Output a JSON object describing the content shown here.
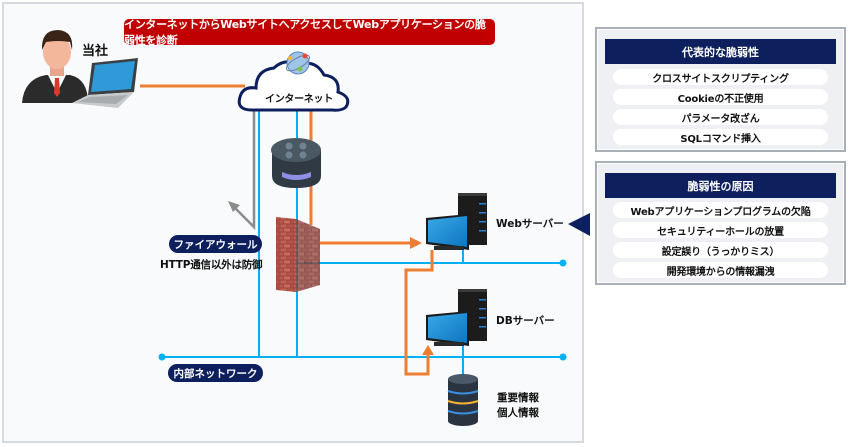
{
  "banner": {
    "text": "インターネットからWebサイトへアクセスしてWebアプリケーションの脆弱性を診断"
  },
  "nodes": {
    "company": "当社",
    "internet": "インターネット",
    "firewall_label": "ファイアウォール",
    "firewall_note": "HTTP通信以外は防御",
    "web_server": "Webサーバー",
    "db_server": "DBサーバー",
    "internal_network": "内部ネットワーク",
    "data_line1": "重要情報",
    "data_line2": "個人情報"
  },
  "vulnerabilities": {
    "title": "代表的な脆弱性",
    "items": [
      "クロスサイトスクリプティング",
      "Cookieの不正使用",
      "パラメータ改ざん",
      "SQLコマンド挿入"
    ]
  },
  "causes": {
    "title": "脆弱性の原因",
    "items": [
      "Webアプリケーションプログラムの欠陥",
      "セキュリティーホールの放置",
      "設定誤り（うっかりミス）",
      "開発環境からの情報漏洩"
    ]
  },
  "colors": {
    "banner": "#c00000",
    "navy": "#0d1f5c",
    "access_line": "#ed7d31",
    "network_line": "#00b0f0",
    "blocked_line": "#8c8c8c"
  }
}
